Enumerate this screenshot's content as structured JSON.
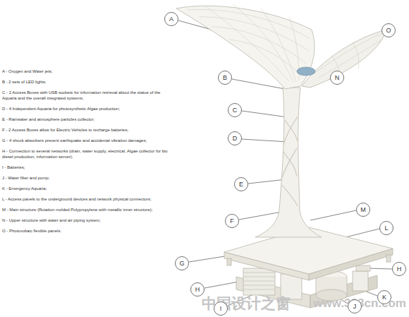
{
  "diagram": {
    "nodes": [
      {
        "text": [
          "A"
        ]
      },
      {
        "text": [
          "O"
        ]
      },
      {
        "text": [
          "B"
        ]
      },
      {
        "text": [
          "N"
        ]
      },
      {
        "text": [
          "C"
        ]
      },
      {
        "text": [
          "D"
        ]
      },
      {
        "text": [
          "E"
        ]
      },
      {
        "text": [
          "M"
        ]
      },
      {
        "text": [
          "F"
        ]
      },
      {
        "text": [
          "L"
        ]
      },
      {
        "text": [
          "G"
        ]
      },
      {
        "text": [
          "H"
        ]
      },
      {
        "text": [
          "H"
        ]
      },
      {
        "text": [
          "K"
        ]
      },
      {
        "text": [
          "I"
        ]
      },
      {
        "text": [
          "J"
        ]
      }
    ],
    "edges": [],
    "labels": [
      "A - Oxygen and Water jets;",
      "B - 2 sets of LED lights;",
      "C - 2 Access Boxes with USB sockets for information retrieval about the status of the Aquaria and the overall integrated systems;",
      "D - 4 Independent Aquaria for photosynthetic Algae production;",
      "E - Rainwater and atmosphere particles collector;",
      "F - 2 Access Boxes allow for Electric Vehicles to recharge batteries;",
      "G - 4 shock absorbers prevent earthquake and accidental vibration damages;",
      "H - Connection to several networks (drain, water supply, electrical, Algae collector for bio diesel production, information server);",
      "I - Batteries;",
      "J - Water filter and pump;",
      "K - Emergency Aquaria;",
      "L - Access panels to the underground devices and network physical connectors;",
      "M - Main structure (Rotation molded Polypropylene with metallic inner structure);",
      "N - Upper structure with water and air piping system;",
      "O - Photovoltaic flexible panels.",
      "中国设计之窗",
      "www.333cn.com"
    ]
  }
}
